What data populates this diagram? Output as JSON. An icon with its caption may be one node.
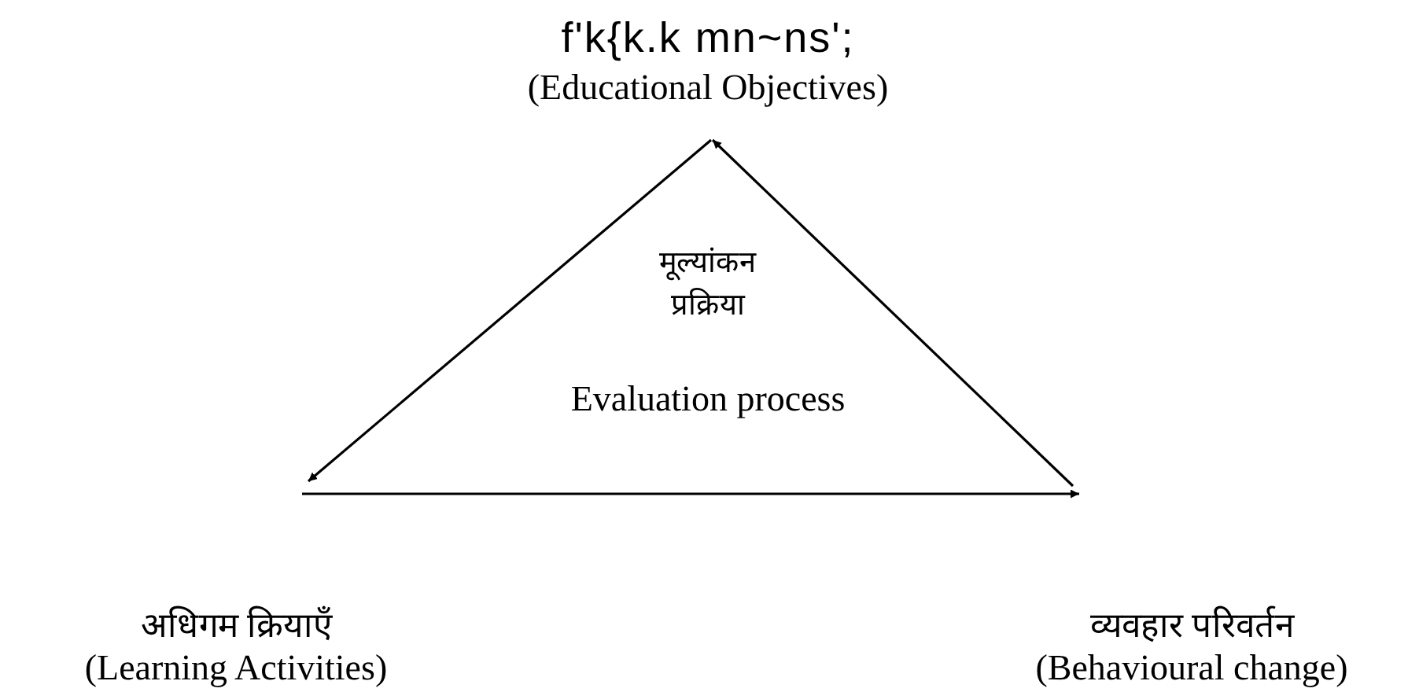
{
  "diagram": {
    "nodes": [
      {
        "text": [
          "f'k{k.k mn~ns';",
          "(Educational Objectives)"
        ]
      },
      {
        "text": [
          "अधिगम क्रियाएँ",
          "(Learning Activities)"
        ]
      },
      {
        "text": [
          "व्यवहार परिवर्तन",
          "(Behavioural change)"
        ]
      }
    ],
    "edges": [
      {
        "from": 0,
        "to": 1,
        "arrow": "to"
      },
      {
        "from": 1,
        "to": 2,
        "arrow": "to"
      },
      {
        "from": 2,
        "to": 0,
        "arrow": "to"
      }
    ],
    "labels": [
      "मूल्यांकन प्रक्रिया",
      "Evaluation process"
    ]
  }
}
